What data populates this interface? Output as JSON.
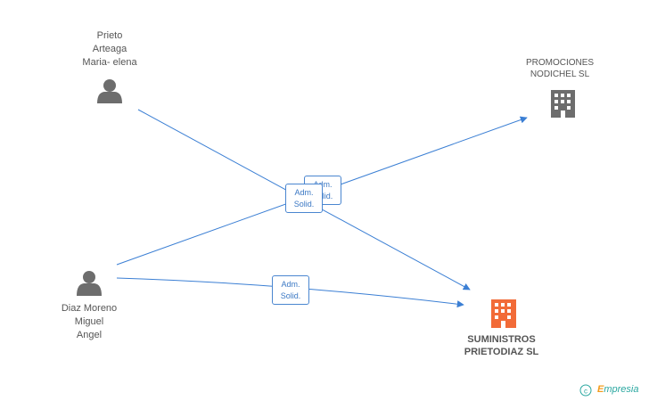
{
  "nodes": {
    "prieto": {
      "lines": [
        "Prieto",
        "Arteaga",
        "Maria- elena"
      ]
    },
    "diaz": {
      "lines": [
        "Diaz Moreno",
        "Miguel",
        "Angel"
      ]
    },
    "promociones": {
      "lines": [
        "PROMOCIONES",
        "NODICHEL SL"
      ]
    },
    "suministros": {
      "lines": [
        "SUMINISTROS",
        "PRIETODIAZ SL"
      ]
    }
  },
  "edges": {
    "back": {
      "lines": [
        "Adm.",
        "Solid."
      ]
    },
    "front": {
      "lines": [
        "Adm.",
        "Solid."
      ]
    },
    "lower": {
      "lines": [
        "Adm.",
        "Solid."
      ]
    }
  },
  "colors": {
    "edge": "#3b7fd4",
    "person": "#6d6d6d",
    "building": "#6d6d6d",
    "main_building": "#f26b38"
  },
  "watermark": {
    "copyright": "©",
    "brand_initial": "E",
    "brand_rest": "mpresia"
  }
}
